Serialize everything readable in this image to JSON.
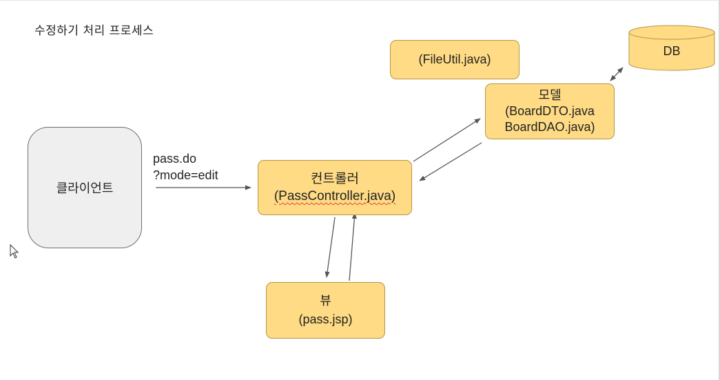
{
  "title": "수정하기 처리 프로세스",
  "nodes": {
    "client": "클라이언트",
    "fileutil": "(FileUtil.java)",
    "model": {
      "title": "모델",
      "line1": "(BoardDTO.java",
      "line2": "BoardDAO.java)"
    },
    "controller": {
      "title": "컨트롤러",
      "subtitle": "(PassController.java)"
    },
    "view": {
      "title": "뷰",
      "subtitle": "(pass.jsp)"
    },
    "db": "DB"
  },
  "request": {
    "line1": "pass.do",
    "line2": "?mode=edit"
  },
  "colors": {
    "box_fill": "#fedb84",
    "box_border": "#b69545",
    "client_fill": "#efeff0",
    "arrow": "#555555"
  }
}
